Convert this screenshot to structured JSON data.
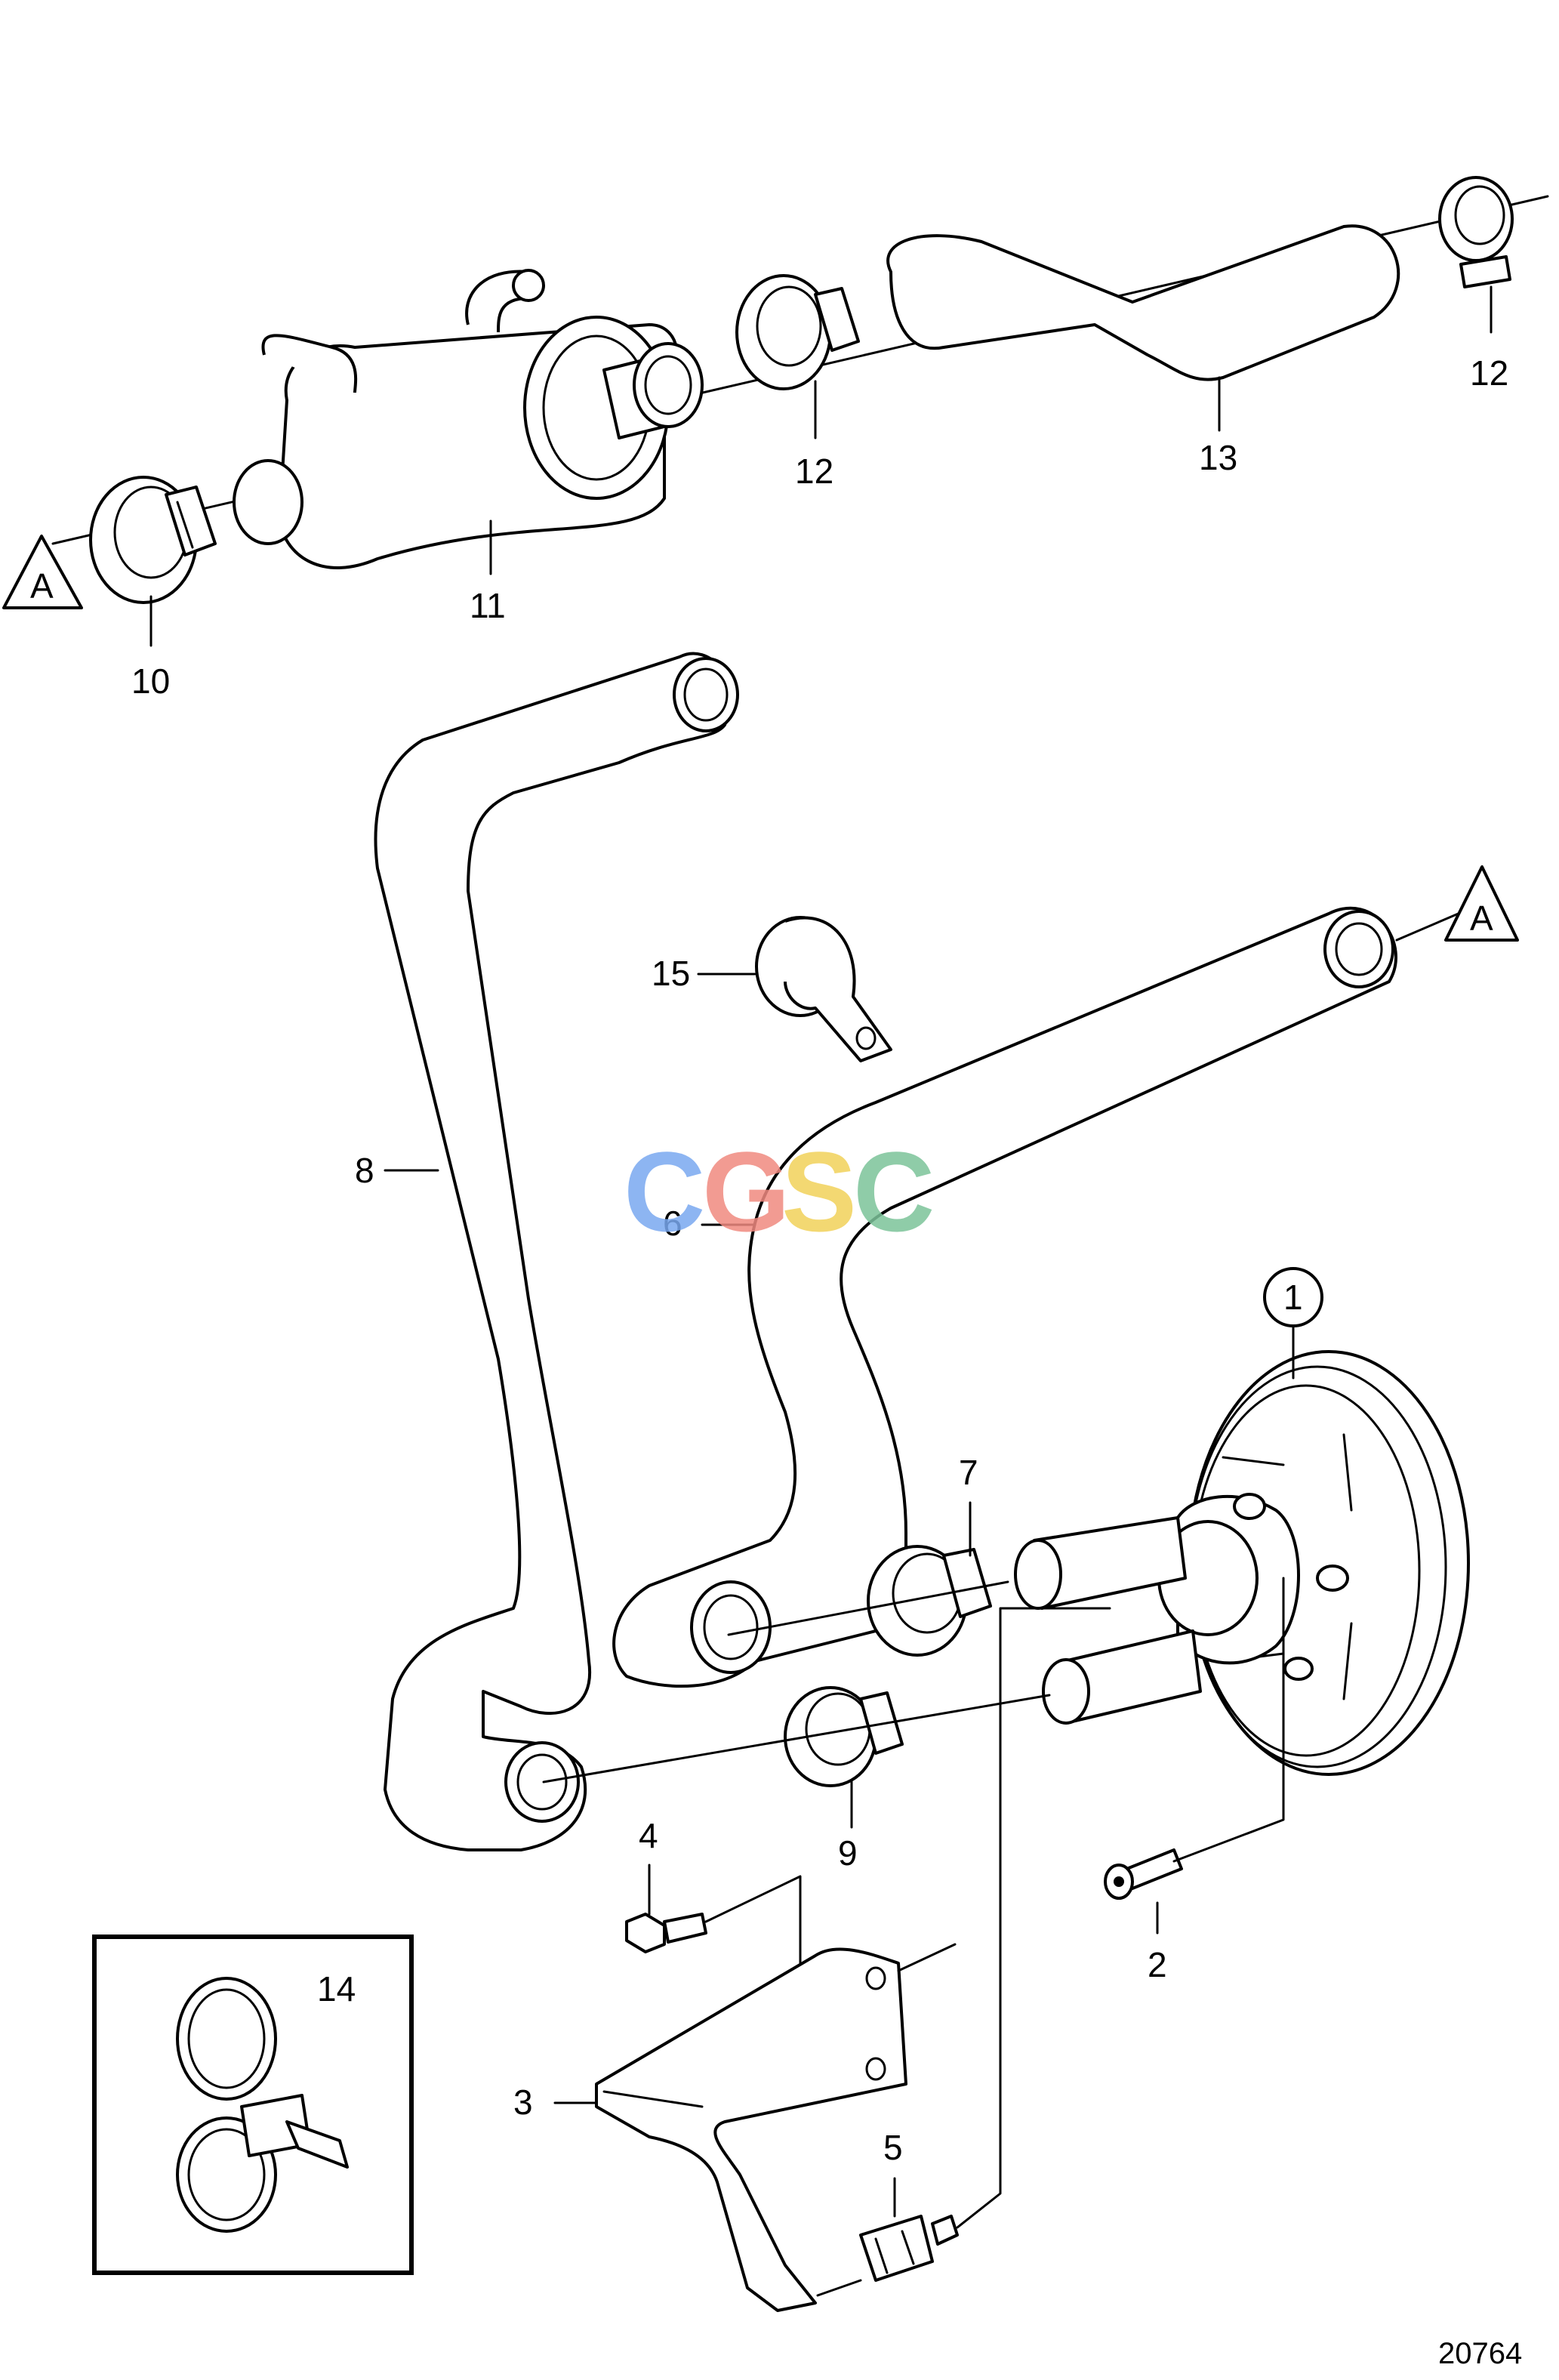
{
  "figure_number": "20764",
  "reference_markers": [
    "A",
    "A"
  ],
  "callouts": {
    "c1": "1",
    "c2": "2",
    "c3": "3",
    "c4": "4",
    "c5": "5",
    "c6": "6",
    "c7": "7",
    "c8": "8",
    "c9": "9",
    "c10": "10",
    "c11": "11",
    "c12a": "12",
    "c12b": "12",
    "c13": "13",
    "c14": "14",
    "c15": "15"
  },
  "watermark": {
    "letters": [
      "C",
      "G",
      "S",
      "C"
    ],
    "colors": [
      "#7aa9f0",
      "#f08a80",
      "#f2d25a",
      "#7cc49a"
    ]
  }
}
